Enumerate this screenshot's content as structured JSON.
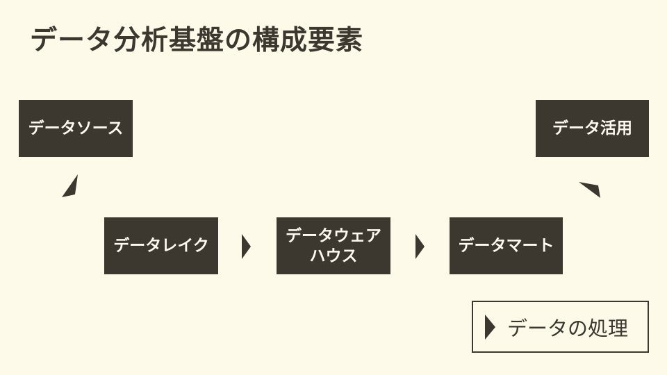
{
  "title": "データ分析基盤の構成要素",
  "colors": {
    "background": "#FEFAE9",
    "box_fill": "#3C372F",
    "box_text": "#FBF9F0",
    "text": "#3C372F"
  },
  "boxes": {
    "data_source": {
      "label": "データソース"
    },
    "data_lake": {
      "label": "データレイク"
    },
    "data_warehouse": {
      "label": "データウェアハウス",
      "lines": [
        "データウェア",
        "ハウス"
      ]
    },
    "data_mart": {
      "label": "データマート"
    },
    "data_utilization": {
      "label": "データ活用"
    }
  },
  "icons": {
    "flow_arrow": "play-triangle-right",
    "source_to_lake_arrowhead": "arrowhead-down-right",
    "mart_to_utilization_arrowhead": "arrowhead-up-right",
    "legend_marker": "play-triangle-right"
  },
  "legend": {
    "label": "データの処理"
  }
}
